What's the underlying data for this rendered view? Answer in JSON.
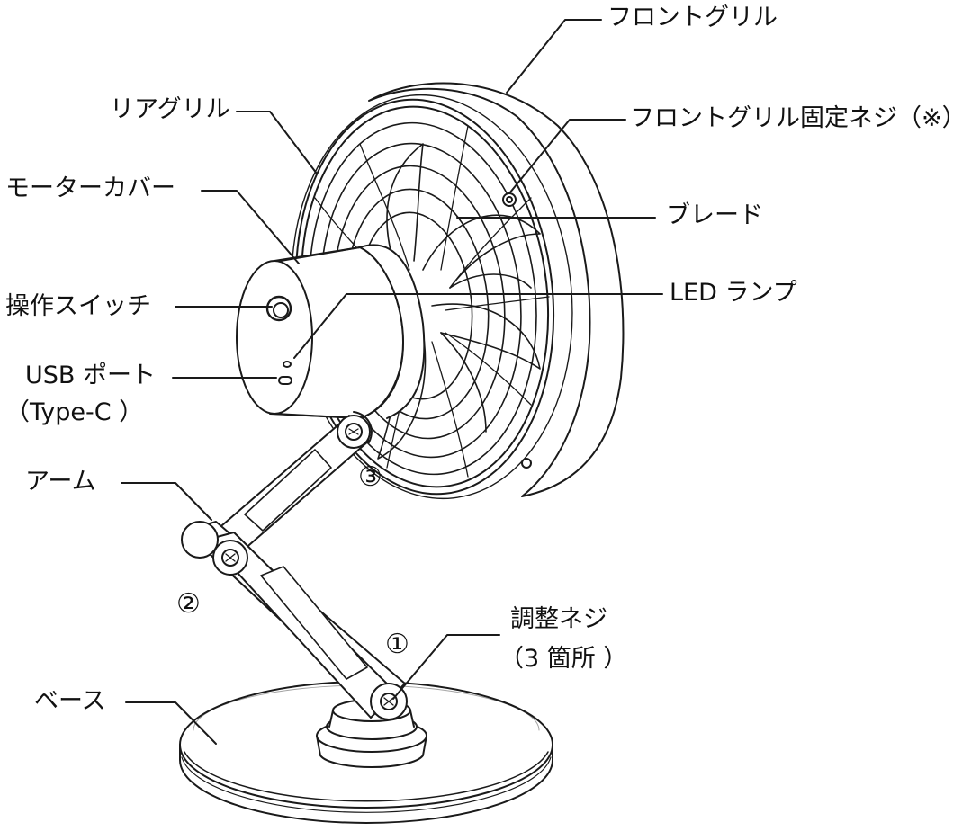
{
  "labels": {
    "front_grill": "フロントグリル",
    "rear_grill": "リアグリル",
    "front_grill_screw": "フロントグリル固定ネジ（※）",
    "motor_cover": "モーターカバー",
    "blade": "ブレード",
    "operation_switch": "操作スイッチ",
    "led_lamp": "LED ランプ",
    "usb_port": "USB ポート",
    "usb_type": "（Type-C ）",
    "arm": "アーム",
    "adjust_screw": "調整ネジ",
    "adjust_screw_count": "（3 箇所 ）",
    "base": "ベース"
  },
  "joints": {
    "joint_1": "①",
    "joint_2": "②",
    "joint_3": "③"
  },
  "colors": {
    "stroke": "#1a1a1a",
    "fill": "#ffffff",
    "shade": "#f2f2f2"
  }
}
